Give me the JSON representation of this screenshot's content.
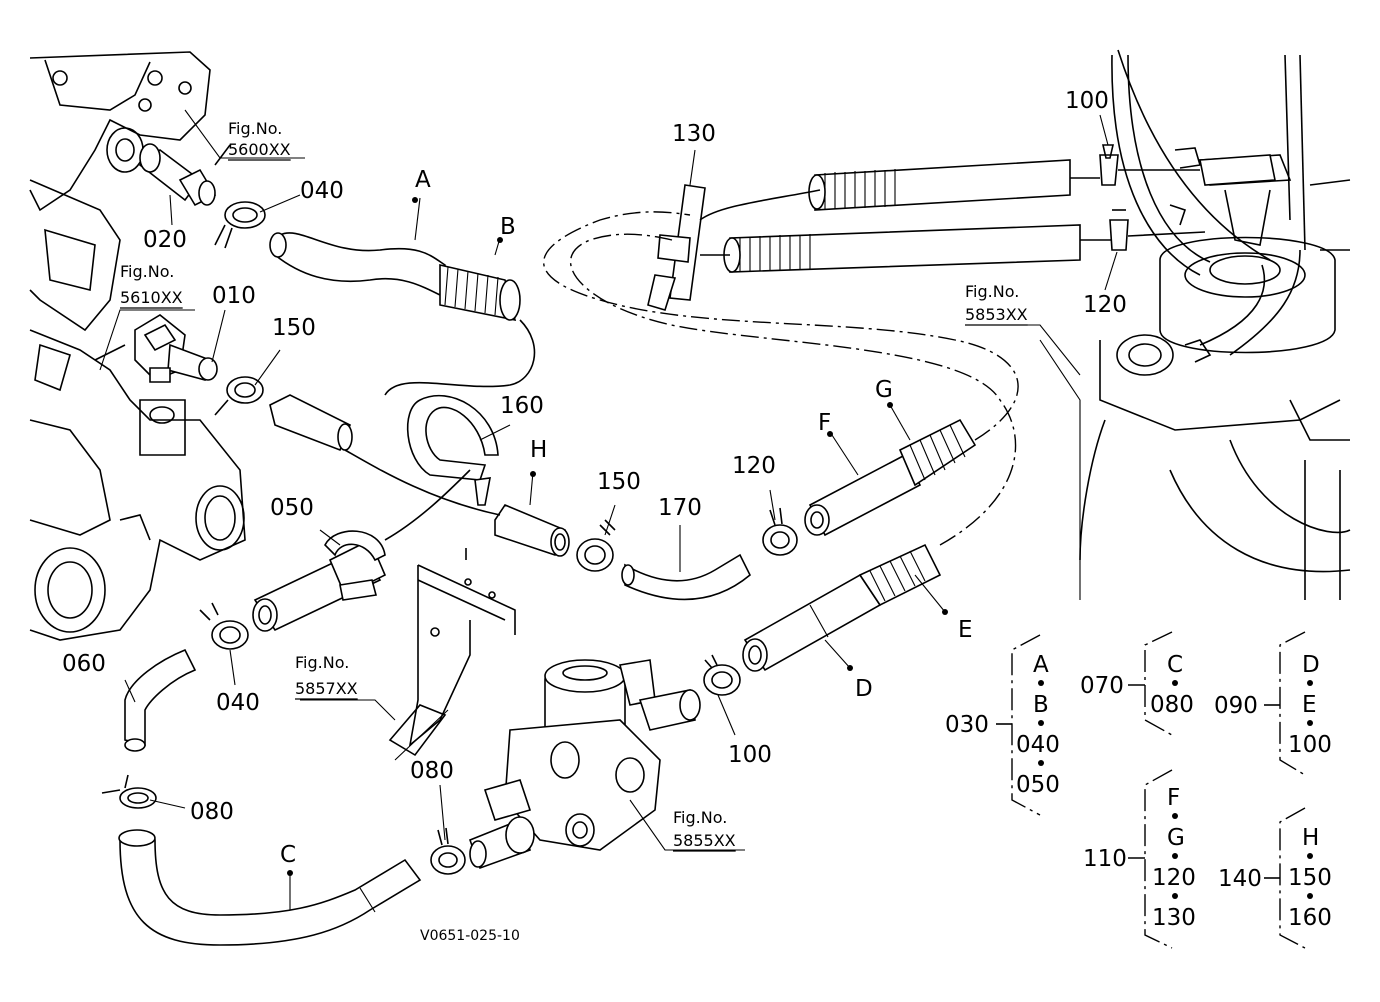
{
  "diagram_code": "V0651-025-10",
  "fig_refs": {
    "r5600": [
      "Fig.No.",
      "5600XX"
    ],
    "r5610": [
      "Fig.No.",
      "5610XX"
    ],
    "r5853": [
      "Fig.No.",
      "5853XX"
    ],
    "r5857": [
      "Fig.No.",
      "5857XX"
    ],
    "r5855": [
      "Fig.No.",
      "5855XX"
    ]
  },
  "callouts": {
    "p010": "010",
    "p020": "020",
    "p040a": "040",
    "p040b": "040",
    "p050": "050",
    "p060": "060",
    "p080a": "080",
    "p080b": "080",
    "p100a": "100",
    "p100b": "100",
    "p120a": "120",
    "p120b": "120",
    "p130": "130",
    "p150a": "150",
    "p150b": "150",
    "p160": "160",
    "p170": "170",
    "A": "A",
    "B": "B",
    "C": "C",
    "D": "D",
    "E": "E",
    "F": "F",
    "G": "G",
    "H": "H"
  },
  "assemblies": [
    {
      "code": "030",
      "members": [
        "A",
        "B",
        "040",
        "050"
      ]
    },
    {
      "code": "070",
      "members": [
        "C",
        "080"
      ]
    },
    {
      "code": "090",
      "members": [
        "D",
        "E",
        "100"
      ]
    },
    {
      "code": "110",
      "members": [
        "F",
        "G",
        "120",
        "130"
      ]
    },
    {
      "code": "140",
      "members": [
        "H",
        "150",
        "160"
      ]
    }
  ]
}
